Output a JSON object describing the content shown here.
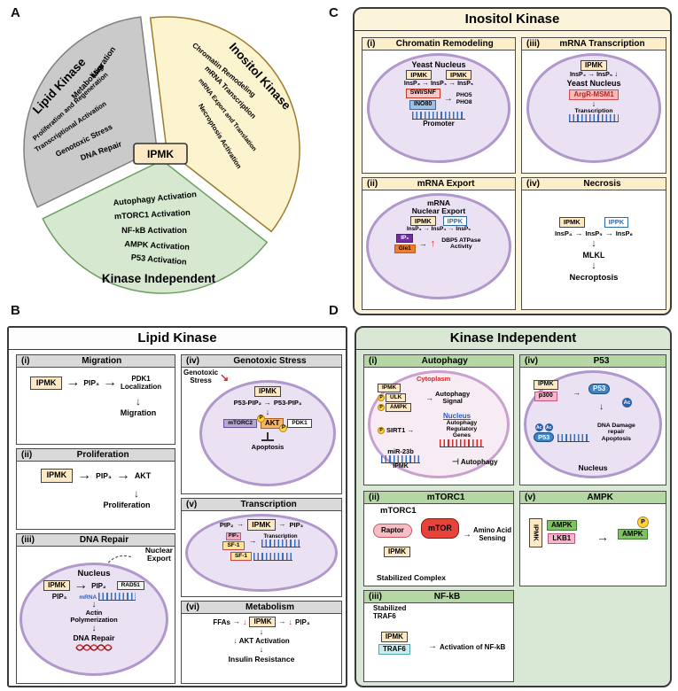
{
  "glyphs": {
    "right": "→",
    "down": "↓",
    "up": "↑",
    "inhibit": "⊣",
    "se": "↘"
  },
  "labels": {
    "a": "A",
    "b": "B",
    "c": "C",
    "d": "D",
    "ipmk": "IPMK",
    "p": "P",
    "ac": "Ac"
  },
  "panel_a": {
    "center": "IPMK",
    "lipid": {
      "title": "Lipid Kinase",
      "items": [
        "Migration",
        "Metabolism",
        "Proliferation and Regeneration",
        "Transcriptional Activation",
        "Genotoxic Stress",
        "DNA Repair"
      ]
    },
    "inositol": {
      "title": "Inositol Kinase",
      "items": [
        "Chromatin Remodeling",
        "mRNA Transcription",
        "mRNA Export and Translation",
        "Necroptosis Activation"
      ]
    },
    "independent": {
      "title": "Kinase Independent",
      "items": [
        "Autophagy Activation",
        "mTORC1 Activation",
        "NF-kB Activation",
        "AMPK Activation",
        "P53 Activation"
      ]
    }
  },
  "panel_c": {
    "title": "Inositol Kinase",
    "i": {
      "num": "(i)",
      "title": "Chromatin Remodeling",
      "nucleus": "Yeast Nucleus",
      "insp3": "InsP₃",
      "insp4": "InsP₄",
      "insp5": "InsP₅",
      "swisnf": "SWI/SNF",
      "ino80": "INO80",
      "pho5": "PHO5",
      "pho8": "PHO8",
      "promoter": "Promoter"
    },
    "ii": {
      "num": "(ii)",
      "title": "mRNA Export",
      "mrna_l1": "mRNA",
      "mrna_l2": "Nuclear Export",
      "ippk": "IPPK",
      "insp3": "InsP₃",
      "insp4": "InsP₄",
      "insp5": "InsP₅",
      "ip6": "IP₆",
      "gle1": "Gle1",
      "dbp5": "DBP5 ATPase Activity"
    },
    "iii": {
      "num": "(iii)",
      "title": "mRNA Transcription",
      "insp4": "InsP₄",
      "insp5": "InsP₅",
      "nucleus": "Yeast Nucleus",
      "argr": "ArgR-MSM1",
      "transcription": "Transcription"
    },
    "iv": {
      "num": "(iv)",
      "title": "Necrosis",
      "ippk": "IPPK",
      "insp4": "InsP₄",
      "insp5": "InsP₅",
      "insp6": "InsP₆",
      "mlkl": "MLKL",
      "necroptosis": "Necroptosis"
    }
  },
  "panel_b": {
    "title": "Lipid Kinase",
    "i": {
      "num": "(i)",
      "title": "Migration",
      "pip3": "PIP₃",
      "pdk1_l1": "PDK1",
      "pdk1_l2": "Localization",
      "result": "Migration"
    },
    "ii": {
      "num": "(ii)",
      "title": "Proliferation",
      "pip3": "PIP₃",
      "akt": "AKT",
      "result": "Proliferation"
    },
    "iii": {
      "num": "(iii)",
      "title": "DNA Repair",
      "ne_l1": "Nuclear",
      "ne_l2": "Export",
      "nucleus": "Nucleus",
      "pip2": "PIP₂",
      "pip3": "PIP₃",
      "rad51": "RAD51",
      "mrna": "mRNA",
      "actin_l1": "Actin",
      "actin_l2": "Polymerization",
      "result": "DNA Repair"
    },
    "iv": {
      "num": "(iv)",
      "title": "Genotoxic Stress",
      "stress_l1": "Genotoxic",
      "stress_l2": "Stress",
      "p53pip2": "P53-PIP₂",
      "p53pip3": "P53-PIP₃",
      "mtorc2": "mTORC2",
      "akt": "AKT",
      "pdk1": "PDK1",
      "apoptosis": "Apoptosis"
    },
    "v": {
      "num": "(v)",
      "title": "Transcription",
      "pip2": "PIP₂",
      "pip3": "PIP₃",
      "sf1": "SF-1",
      "transcription": "Transcription"
    },
    "vi": {
      "num": "(vi)",
      "title": "Metabolism",
      "ffas": "FFAs",
      "pip3": "PIP₃",
      "akt": "AKT Activation",
      "result": "Insulin Resistance"
    }
  },
  "panel_d": {
    "title": "Kinase Independent",
    "i": {
      "num": "(i)",
      "title": "Autophagy",
      "cytoplasm": "Cytoplasm",
      "ulk": "ULK",
      "ampk": "AMPK",
      "signal_l1": "Autophagy",
      "signal_l2": "Signal",
      "nucleus": "Nucleus",
      "sirt1": "SIRT1",
      "genes_l1": "Autophagy",
      "genes_l2": "Regulatory",
      "genes_l3": "Genes",
      "mir": "miR-23b",
      "autophagy": "Autophagy"
    },
    "ii": {
      "num": "(ii)",
      "title": "mTORC1",
      "complex": "mTORC1",
      "raptor": "Raptor",
      "mtor": "mTOR",
      "amino_l1": "Amino Acid",
      "amino_l2": "Sensing",
      "stabilized": "Stabilized Complex"
    },
    "iii": {
      "num": "(iii)",
      "title": "NF-kB",
      "stab_l1": "Stabilized",
      "stab_l2": "TRAF6",
      "traf6": "TRAF6",
      "activation": "Activation of NF-kB"
    },
    "iv": {
      "num": "(iv)",
      "title": "P53",
      "p300": "p300",
      "p53": "P53",
      "damage_l1": "DNA Damage",
      "damage_l2": "repair",
      "apoptosis": "Apoptosis",
      "nucleus": "Nucleus"
    },
    "v": {
      "num": "(v)",
      "title": "AMPK",
      "ampk": "AMPK",
      "lkb1": "LKB1"
    }
  }
}
